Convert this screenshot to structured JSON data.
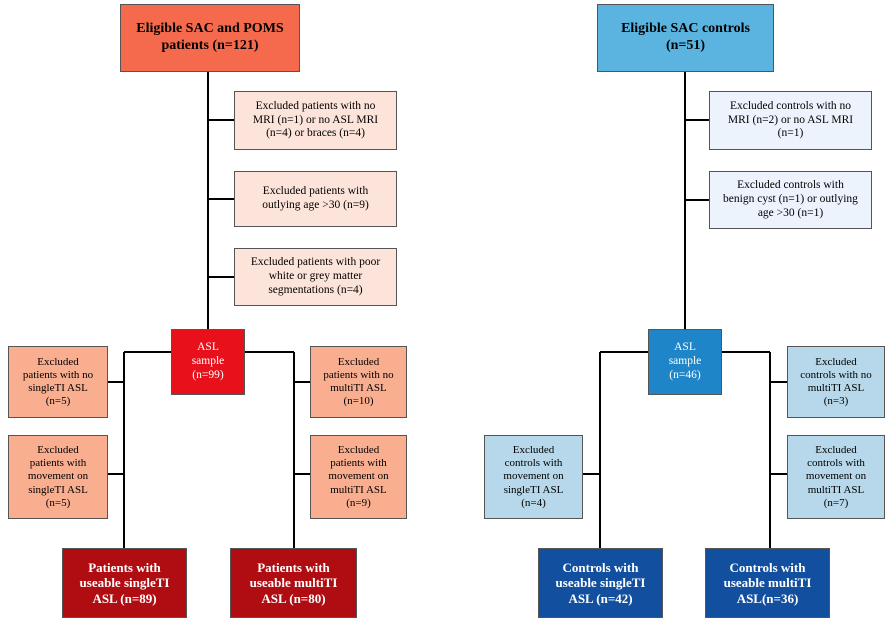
{
  "colors": {
    "patient_top": "#f56a4c",
    "patient_exclude_light": "#fde4da",
    "patient_asl": "#e8101a",
    "patient_exclude_mid": "#f9ae90",
    "patient_final": "#b00d12",
    "control_top": "#5ab4df",
    "control_exclude_light": "#edf3fc",
    "control_asl": "#1e85c8",
    "control_exclude_mid": "#b6d8ea",
    "control_final": "#124f9e",
    "line": "#000000"
  },
  "patients": {
    "eligible": "Eligible SAC and POMS\npatients (n=121)",
    "excl_mri": "Excluded patients with no\nMRI (n=1) or no ASL MRI\n(n=4) or braces (n=4)",
    "excl_age": "Excluded patients with\noutlying age >30 (n=9)",
    "excl_seg": "Excluded patients with poor\nwhite or grey matter\nsegmentations (n=4)",
    "asl_sample": "ASL\nsample\n(n=99)",
    "excl_no_single": "Excluded\npatients with no\nsingleTI ASL\n(n=5)",
    "excl_move_single": "Excluded\npatients with\nmovement on\nsingleTI ASL\n(n=5)",
    "excl_no_multi": "Excluded\npatients with no\nmultiTI ASL\n(n=10)",
    "excl_move_multi": "Excluded\npatients with\nmovement on\nmultiTI ASL\n(n=9)",
    "final_single": "Patients with\nuseable singleTI\nASL (n=89)",
    "final_multi": "Patients with\nuseable multiTI\nASL (n=80)"
  },
  "controls": {
    "eligible": "Eligible SAC controls\n(n=51)",
    "excl_mri": "Excluded controls with no\nMRI (n=2) or no ASL MRI\n(n=1)",
    "excl_cyst": "Excluded controls with\nbenign cyst (n=1) or outlying\nage >30 (n=1)",
    "asl_sample": "ASL\nsample\n(n=46)",
    "excl_no_multi": "Excluded\ncontrols with no\nmultiTI ASL\n(n=3)",
    "excl_move_single": "Excluded\ncontrols with\nmovement on\nsingleTI ASL\n(n=4)",
    "excl_move_multi": "Excluded\ncontrols with\nmovement on\nmultiTI ASL\n(n=7)",
    "final_single": "Controls with\nuseable singleTI\nASL (n=42)",
    "final_multi": "Controls with\nuseable multiTI\nASL(n=36)"
  }
}
